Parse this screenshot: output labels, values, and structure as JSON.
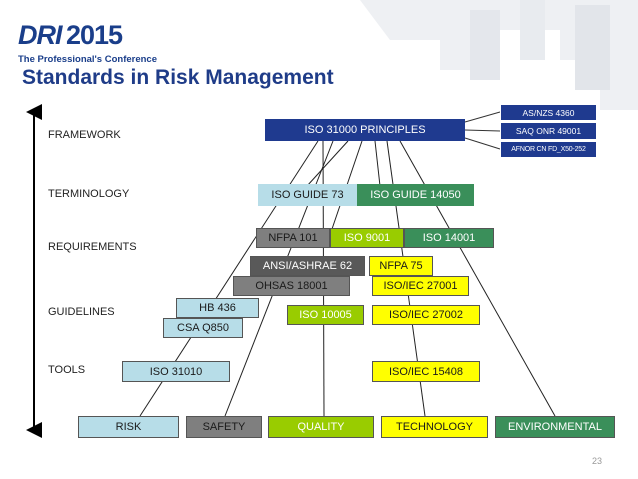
{
  "logo": {
    "brand": "DRI",
    "year": "2015",
    "tagline": "The Professional's Conference"
  },
  "title": "Standards in Risk Management",
  "row_labels": {
    "framework": "FRAMEWORK",
    "terminology": "TERMINOLOGY",
    "requirements": "REQUIREMENTS",
    "guidelines": "GUIDELINES",
    "tools": "TOOLS"
  },
  "boxes": {
    "iso31000": "ISO 31000 PRINCIPLES",
    "asnzs4360": "AS/NZS 4360",
    "saqonr49001": "SAQ ONR 49001",
    "afnor": "AFNOR CN FD_X50-252",
    "isoguide73": "ISO GUIDE 73",
    "isoguide14050": "ISO GUIDE 14050",
    "nfpa101": "NFPA 101",
    "iso9001": "ISO 9001",
    "iso14001": "ISO 14001",
    "ansiashrae62": "ANSI/ASHRAE 62",
    "nfpa75": "NFPA 75",
    "ohsas18001": "OHSAS 18001",
    "isoiec27001": "ISO/IEC 27001",
    "hb436": "HB 436",
    "iso10005": "ISO 10005",
    "isoiec27002": "ISO/IEC 27002",
    "csaq850": "CSA Q850",
    "iso31010": "ISO 31010",
    "isoiec15408": "ISO/IEC 15408",
    "risk": "RISK",
    "safety": "SAFETY",
    "quality": "QUALITY",
    "technology": "TECHNOLOGY",
    "environmental": "ENVIRONMENTAL"
  },
  "colors": {
    "title": "#1f3c88",
    "light_blue": "#b7dde8",
    "dark_blue": "#1f3a8f",
    "green": "#3a8f5a",
    "lime": "#99cc00",
    "yellow": "#ffff00",
    "gray": "#7f7f7f",
    "dark_gray": "#595959"
  },
  "page_number": "23"
}
